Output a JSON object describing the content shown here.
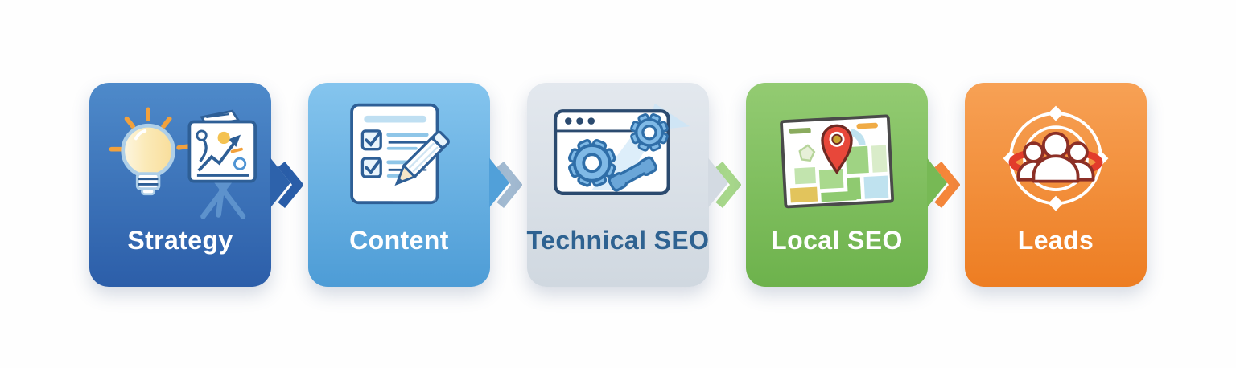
{
  "page": {
    "background_color": "#ffffff",
    "description": "SEO marketing funnel flow diagram"
  },
  "flow": {
    "steps": [
      {
        "label": "Strategy",
        "icon": "lightbulb-chart-presentation-icon",
        "colors": {
          "top": "#4e8aca",
          "bottom": "#2c5ea9",
          "tab": "#2d62ab",
          "text": "#ffffff"
        }
      },
      {
        "label": "Content",
        "icon": "checklist-pencil-icon",
        "colors": {
          "top": "#85c5ee",
          "bottom": "#4d9cd6",
          "tab": "#51a0d9",
          "text": "#ffffff"
        }
      },
      {
        "label": "Technical SEO",
        "icon": "browser-gears-wrench-icon",
        "colors": {
          "top": "#e3e8ee",
          "bottom": "#d0d8e0",
          "tab": "#d3dae2",
          "text": "#2e6291"
        }
      },
      {
        "label": "Local SEO",
        "icon": "map-pin-icon",
        "colors": {
          "top": "#93cb72",
          "bottom": "#6db24c",
          "tab": "#77b955",
          "text": "#ffffff"
        }
      },
      {
        "label": "Leads",
        "icon": "audience-target-icon",
        "colors": {
          "top": "#f7a155",
          "bottom": "#ed7d22",
          "text": "#ffffff"
        }
      }
    ],
    "connectors": [
      {
        "between": [
          "Strategy",
          "Content"
        ],
        "icon": "chevron-right-icon",
        "color": "#2a5ea9"
      },
      {
        "between": [
          "Content",
          "Technical SEO"
        ],
        "icon": "chevron-right-icon",
        "color": "#a3bbd2"
      },
      {
        "between": [
          "Technical SEO",
          "Local SEO"
        ],
        "icon": "chevron-right-icon",
        "color": "#a8d88b"
      },
      {
        "between": [
          "Local SEO",
          "Leads"
        ],
        "icon": "chevron-right-icon",
        "color": "#f6873a"
      }
    ]
  }
}
